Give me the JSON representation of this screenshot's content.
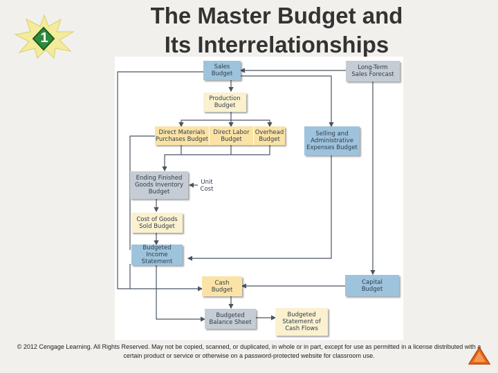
{
  "slide": {
    "number": "1",
    "title_line1": "The Master Budget and",
    "title_line2": "Its Interrelationships"
  },
  "diagram": {
    "sales_budget": "Sales\nBudget",
    "long_term_forecast": "Long-Term\nSales Forecast",
    "production_budget": "Production\nBudget",
    "direct_materials": "Direct Materials\nPurchases Budget",
    "direct_labor": "Direct Labor\nBudget",
    "overhead": "Overhead\nBudget",
    "selling_admin": "Selling and\nAdministrative\nExpenses Budget",
    "ending_inventory": "Ending Finished\nGoods Inventory\nBudget",
    "unit_cost": "Unit\nCost",
    "cogs": "Cost of Goods\nSold Budget",
    "income_statement": "Budgeted Income\nStatement",
    "cash_budget": "Cash\nBudget",
    "capital_budget": "Capital\nBudget",
    "balance_sheet": "Budgeted\nBalance Sheet",
    "cash_flows": "Budgeted\nStatement of\nCash Flows"
  },
  "footer": {
    "copyright": "© 2012 Cengage Learning. All Rights Reserved. May not be copied, scanned, or duplicated, in whole or in part, except for use as permitted in a license distributed with a certain product or service or otherwise on a password-protected website for classroom use."
  },
  "colors": {
    "blue_box": "#9ec3dc",
    "yellow_box": "#fbe3a6",
    "cream_box": "#fbf1cf",
    "grey_box": "#c5ccd4",
    "badge_fill": "#2f8a3c",
    "corner_triangle": "#e8641e"
  }
}
